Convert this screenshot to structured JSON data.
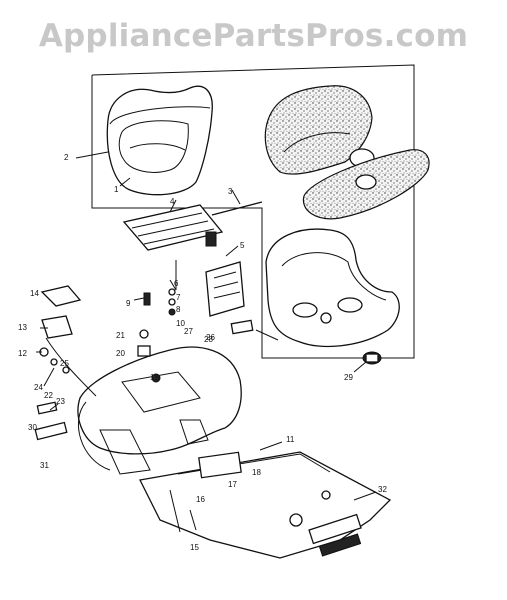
{
  "header": {
    "fragments": [
      "…",
      "…",
      "…",
      "…"
    ]
  },
  "watermark": "AppliancePartsPros.com",
  "callouts": {
    "c1": "1",
    "c2": "2",
    "c3": "3",
    "c4": "4",
    "c5": "5",
    "c6": "6",
    "c7": "7",
    "c8": "8",
    "c9": "9",
    "c10": "10",
    "c11": "11",
    "c12": "12",
    "c13": "13",
    "c14": "14",
    "c15": "15",
    "c16": "16",
    "c17": "17",
    "c18": "18",
    "c19": "19",
    "c20": "20",
    "c21": "21",
    "c22": "22",
    "c23": "23",
    "c24": "24",
    "c25": "25",
    "c26": "26",
    "c27": "27",
    "c28": "28",
    "c29": "29",
    "c30": "30",
    "c31": "31",
    "c32": "32"
  }
}
